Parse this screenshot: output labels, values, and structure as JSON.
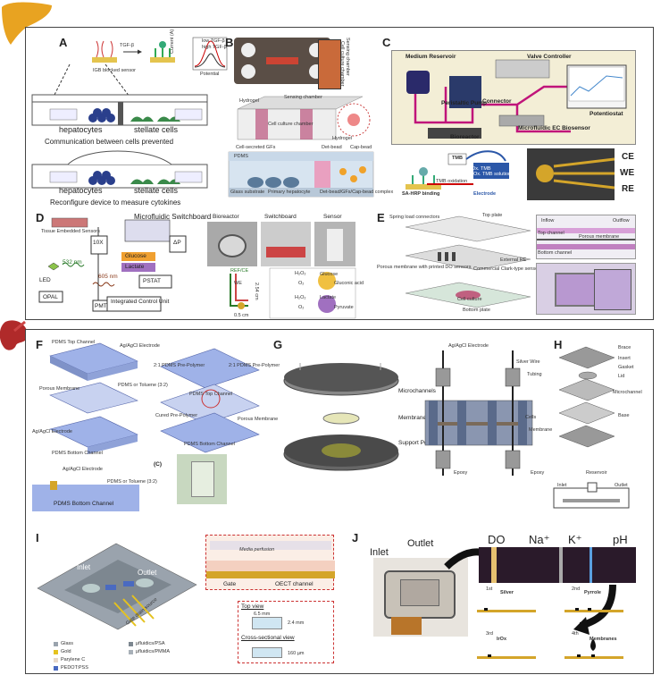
{
  "colors": {
    "liver": "#e8a321",
    "kidney": "#b02a2a",
    "tube_magenta": "#c0147a",
    "pdms_blue": "#9fb2e8",
    "electrode_gold": "#d4a52a"
  },
  "icons": {
    "liver": "liver-organ-icon",
    "kidney": "kidney-organ-icon"
  },
  "panels": {
    "A": {
      "label": "A",
      "plot_ylabel": "Current (A)",
      "plot_xlabel": "Potential",
      "legend_low": "low TGF-β",
      "legend_high": "high TGF-β",
      "probe_label": "TGF-β",
      "sensor_label": "IGB blocked sensor",
      "caption1": "Communication between cells prevented",
      "caption2": "Reconfigure device to measure cytokines",
      "hepatocytes": "hepatocytes",
      "stellate": "stellate cells"
    },
    "B": {
      "label": "B",
      "sensing_chamber": "Sensing chamber",
      "cell_culture_chamber": "Cell culture chamber",
      "hydrogel_left": "Hydrogel",
      "sensing_chamber2": "Sensing chamber",
      "cell_culture2": "Cell culture chamber",
      "hydrogel_right": "Hydrogel",
      "secreted_gfs": "Cell-secreted GFs",
      "pdms": "PDMS",
      "det_bead": "Det-bead",
      "cap_bead": "Cap-bead",
      "primary_hep": "Primary hepatocyte",
      "glass": "Glass substrate",
      "complex": "Det-bead/GFs/Cap-bead complex"
    },
    "C": {
      "label": "C",
      "medium": "Medium Reservoir",
      "valve": "Valve Controller",
      "pump": "Peristaltic Pump",
      "connector": "Connector",
      "potentiostat": "Potentiostat",
      "bioreactor": "Bioreactor",
      "biosensor": "Microfluidic EC Biosensor",
      "sa_hrp": "SA-HRP binding",
      "tmb": "TMB",
      "tmb_ox": "TMB oxidation",
      "ox_tmb": "Ox. TMB",
      "ox_tmb_sol": "Ox. TMB solution",
      "electrode": "Electrode",
      "ce": "CE",
      "we": "WE",
      "re": "RE"
    },
    "D": {
      "label": "D",
      "tissue": "Tissue Embedded Sensors",
      "switchboard": "Microfluidic Switchboard",
      "mag": "10X",
      "dp": "ΔP",
      "wl532": "532 nm",
      "wl605": "605 nm",
      "led": "LED",
      "glucose": "Glucose",
      "lactate": "Lactate",
      "pstat": "PSTAT",
      "opal": "OPAL",
      "pmt": "PMT",
      "icu": "Integrated Control Unit",
      "photo1": "Bioreactor",
      "photo2": "Switchboard",
      "photo3": "Sensor",
      "ref_ce": "REF/CE",
      "we_small": "WE",
      "dim1": "2.54 cm",
      "dim2": "0.5 cm",
      "enz_glu": "Glucose",
      "enz_glu_acid": "Gluconic acid",
      "enz_lac": "Lactate",
      "enz_pyr": "Pyruvate",
      "h2o2": "H₂O₂",
      "o2": "O₂"
    },
    "E": {
      "label": "E",
      "top_plate": "Top plate",
      "spring": "Spring load connectors",
      "ext_re": "External RE",
      "porous": "Porous membrane with printed DO sensors",
      "clark": "Commercial Clark-type sensor",
      "cell_culture": "Cell culture",
      "bottom": "Bottom plate",
      "inflow": "Inflow",
      "outflow": "Outflow",
      "porous2": "Porous membrane",
      "top_channel": "Top channel",
      "bottom_channel": "Bottom channel"
    },
    "F": {
      "label": "F",
      "pdms_top": "PDMS Top Channel",
      "agagcl1": "Ag/AgCl Electrode",
      "porous": "Porous Membrane",
      "pdms_tol": "PDMS or Toluene (3:2)",
      "agagcl2": "Ag/AgCl Electrode",
      "pdms_bottom": "PDMS Bottom Channel",
      "prepoly1": "2:1 PDMS Pre-Polymer",
      "prepoly2": "2:1 PDMS Pre-Polymer",
      "pdms_top2": "PDMS Top Channel",
      "cured": "Cured Pre-Polymer",
      "porous2": "Porous Membrane",
      "pdms_bottom2": "PDMS Bottom Channel",
      "agagcl3": "Ag/AgCl Electrode",
      "pdms_tol2": "PDMS or Toluene (3:2)",
      "pdms_bottom3": "PDMS Bottom Channel",
      "c": "(C)"
    },
    "G": {
      "label": "G",
      "microchannels": "Microchannels",
      "membrane": "Membrane",
      "posts": "Support Posts",
      "electrode": "Ag/AgCl Electrode",
      "silver": "Silver Wire",
      "tubing": "Tubing",
      "cells": "Cells",
      "membrane2": "Membrane",
      "epoxy1": "Epoxy",
      "epoxy2": "Epoxy"
    },
    "H": {
      "label": "H",
      "brace": "Brace",
      "insert": "Insert",
      "gasket": "Gasket",
      "lid": "Lid",
      "microchannel": "Microchannel",
      "base": "Base",
      "reservoir": "Reservoir",
      "inlet": "Inlet",
      "outlet": "Outlet"
    },
    "I": {
      "label": "I",
      "inlet": "Inlet",
      "outlet": "Outlet",
      "media": "Media perfusion",
      "gate": "Gate",
      "oect": "OECT channel",
      "gate_drain": "Gate drain source",
      "top_view": "Top view",
      "dim_w": "6.5 mm",
      "dim_h": "2.4 mm",
      "cross": "Cross-sectional view",
      "dim_c": "160 µm",
      "legend": [
        "Glass",
        "μfluidics/PSA",
        "Gold",
        "μfluidics/PMMA",
        "Parylene C",
        "PEDOT:PSS"
      ]
    },
    "J": {
      "label": "J",
      "inlet": "Inlet",
      "outlet": "Outlet",
      "do": "DO",
      "na": "Na⁺",
      "k": "K⁺",
      "ph": "pH",
      "step1": "1st",
      "silver": "Silver",
      "step2": "2nd",
      "pyrrole": "Pyrrole",
      "step3": "3rd",
      "irox": "IrOx",
      "step4": "4th",
      "membranes": "Membranes"
    }
  }
}
